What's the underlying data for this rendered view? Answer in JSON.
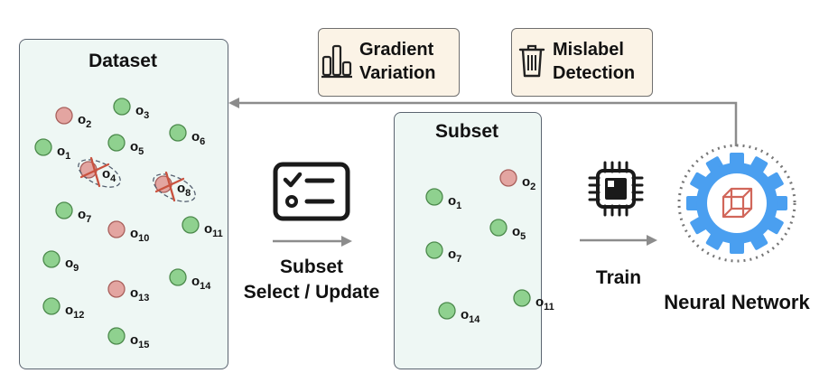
{
  "dataset": {
    "title": "Dataset",
    "points": [
      {
        "label": "o",
        "sub": "2",
        "color": "red"
      },
      {
        "label": "o",
        "sub": "3",
        "color": "green"
      },
      {
        "label": "o",
        "sub": "1",
        "color": "green"
      },
      {
        "label": "o",
        "sub": "5",
        "color": "green"
      },
      {
        "label": "o",
        "sub": "6",
        "color": "green"
      },
      {
        "label": "o",
        "sub": "4",
        "color": "red",
        "crossed": true
      },
      {
        "label": "o",
        "sub": "8",
        "color": "red",
        "crossed": true
      },
      {
        "label": "o",
        "sub": "7",
        "color": "green"
      },
      {
        "label": "o",
        "sub": "10",
        "color": "red"
      },
      {
        "label": "o",
        "sub": "11",
        "color": "green"
      },
      {
        "label": "o",
        "sub": "9",
        "color": "green"
      },
      {
        "label": "o",
        "sub": "14",
        "color": "green"
      },
      {
        "label": "o",
        "sub": "13",
        "color": "red"
      },
      {
        "label": "o",
        "sub": "12",
        "color": "green"
      },
      {
        "label": "o",
        "sub": "15",
        "color": "green"
      }
    ]
  },
  "subset": {
    "title": "Subset",
    "points": [
      {
        "label": "o",
        "sub": "2",
        "color": "red"
      },
      {
        "label": "o",
        "sub": "1",
        "color": "green"
      },
      {
        "label": "o",
        "sub": "5",
        "color": "green"
      },
      {
        "label": "o",
        "sub": "7",
        "color": "green"
      },
      {
        "label": "o",
        "sub": "11",
        "color": "green"
      },
      {
        "label": "o",
        "sub": "14",
        "color": "green"
      }
    ]
  },
  "tags": {
    "gradient": {
      "line1": "Gradient",
      "line2": "Variation",
      "icon": "bar-chart-icon"
    },
    "mislabel": {
      "line1": "Mislabel",
      "line2": "Detection",
      "icon": "trash-icon"
    }
  },
  "select_step": {
    "line1": "Subset",
    "line2": "Select / Update",
    "icon": "checklist-icon"
  },
  "train_step": {
    "label": "Train",
    "icon": "cpu-chip-icon"
  },
  "network": {
    "label": "Neural Network",
    "icon": "gear-cube-icon"
  },
  "colors": {
    "panel_bg": "#eef7f4",
    "green_point": "#8fd18f",
    "red_point": "#e3a5a1",
    "gear_blue": "#4a9ff0",
    "cube_red": "#d1665a",
    "tag_bg": "#fbf3e6",
    "arrow": "#8c8c8c"
  }
}
